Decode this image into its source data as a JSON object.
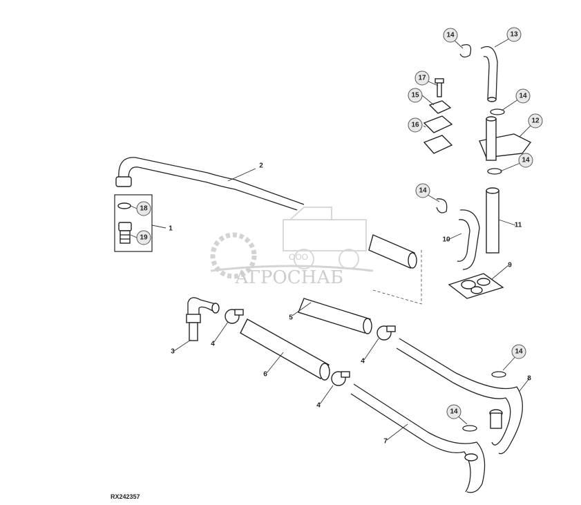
{
  "reference_code": "RX242357",
  "watermark": {
    "prefix": "ООО",
    "name": "АГРОСНАБ"
  },
  "callouts": {
    "c1": "1",
    "c2": "2",
    "c3": "3",
    "c4a": "4",
    "c4b": "4",
    "c4c": "4",
    "c5": "5",
    "c6": "6",
    "c7": "7",
    "c8": "8",
    "c9": "9",
    "c10": "10",
    "c11": "11",
    "c12": "12",
    "c13": "13",
    "c14a": "14",
    "c14b": "14",
    "c14c": "14",
    "c14d": "14",
    "c14e": "14",
    "c15": "15",
    "c16": "16",
    "c17": "17",
    "c18": "18",
    "c19": "19"
  }
}
